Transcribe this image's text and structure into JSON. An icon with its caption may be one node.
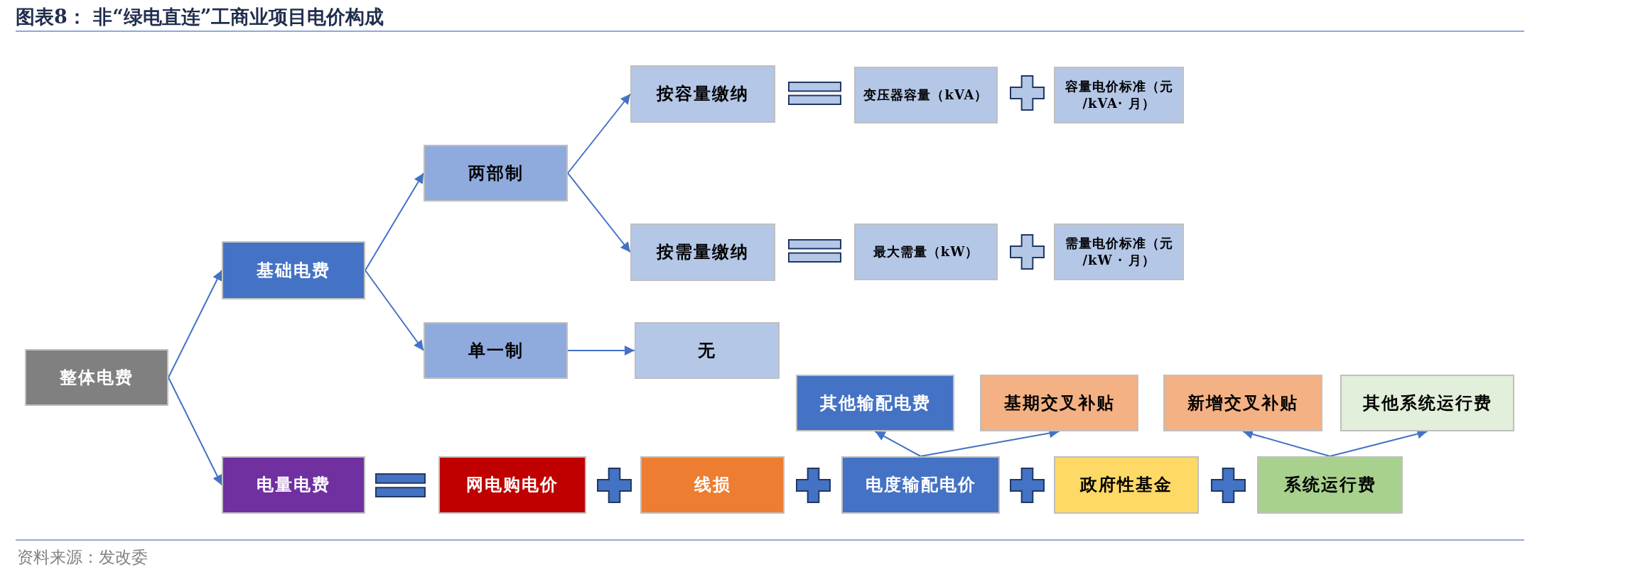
{
  "diagram": {
    "title": "图表8： 非“绿电直连”工商业项目电价构成",
    "nodes": [
      {
        "text": [
          "整体电费"
        ]
      },
      {
        "text": [
          "基础电费"
        ]
      },
      {
        "text": [
          "两部制"
        ]
      },
      {
        "text": [
          "单一制"
        ]
      },
      {
        "text": [
          "按容量缴纳"
        ]
      },
      {
        "text": [
          "按需量缴纳"
        ]
      },
      {
        "text": [
          "无"
        ]
      },
      {
        "text": [
          "变压器容量（kVA）"
        ]
      },
      {
        "text": [
          "容量电价标准（元 /kVA· 月）"
        ]
      },
      {
        "text": [
          "最大需量（kW）"
        ]
      },
      {
        "text": [
          "需量电价标准（元 /kW · 月）"
        ]
      },
      {
        "text": [
          "电量电费"
        ]
      },
      {
        "text": [
          "网电购电价"
        ]
      },
      {
        "text": [
          "线损"
        ]
      },
      {
        "text": [
          "电度输配电价"
        ]
      },
      {
        "text": [
          "政府性基金"
        ]
      },
      {
        "text": [
          "系统运行费"
        ]
      },
      {
        "text": [
          "其他输配电费"
        ]
      },
      {
        "text": [
          "基期交叉补贴"
        ]
      },
      {
        "text": [
          "新增交叉补贴"
        ]
      },
      {
        "text": [
          "其他系统运行费"
        ]
      }
    ],
    "edges": [
      {
        "from": 0,
        "to": 1,
        "arrow": "to"
      },
      {
        "from": 0,
        "to": 11,
        "arrow": "to"
      },
      {
        "from": 1,
        "to": 2,
        "arrow": "to"
      },
      {
        "from": 1,
        "to": 3,
        "arrow": "to"
      },
      {
        "from": 2,
        "to": 4,
        "arrow": "to"
      },
      {
        "from": 2,
        "to": 5,
        "arrow": "to"
      },
      {
        "from": 3,
        "to": 6,
        "arrow": "to"
      },
      {
        "from": 14,
        "to": 17,
        "arrow": "to"
      },
      {
        "from": 14,
        "to": 18,
        "arrow": "to"
      },
      {
        "from": 16,
        "to": 19,
        "arrow": "to"
      },
      {
        "from": 16,
        "to": 20,
        "arrow": "to"
      }
    ],
    "labels": [
      "资料来源：发改委"
    ]
  }
}
